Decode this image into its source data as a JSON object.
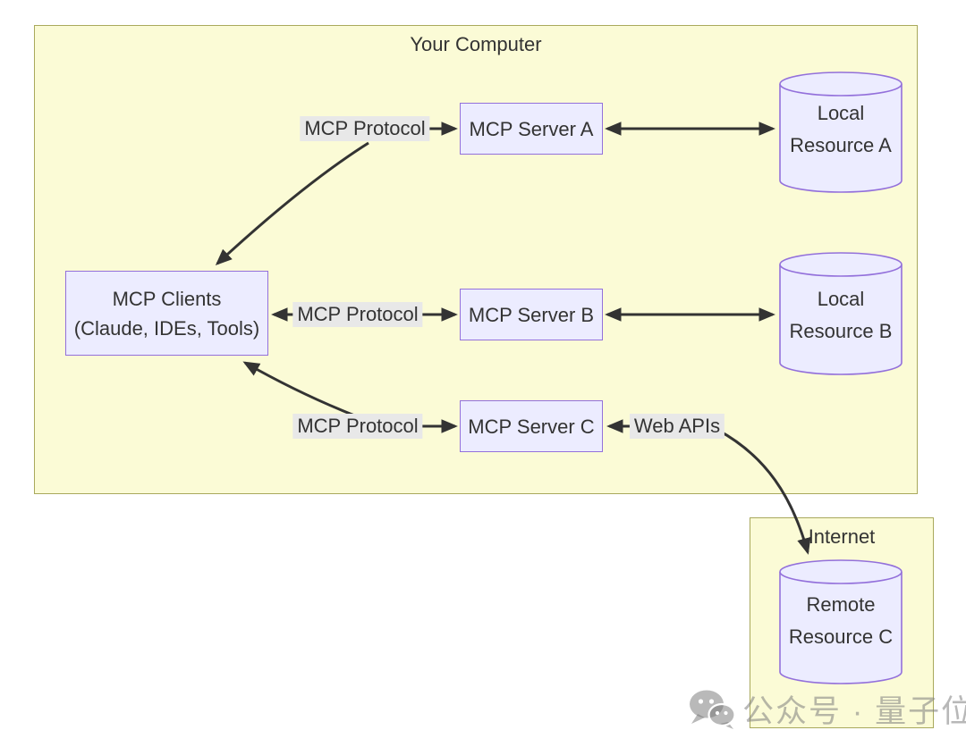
{
  "groups": {
    "computer": {
      "title": "Your Computer"
    },
    "internet": {
      "title": "Internet"
    }
  },
  "nodes": {
    "clients": {
      "line1": "MCP Clients",
      "line2": "(Claude, IDEs, Tools)"
    },
    "server_a": {
      "label": "MCP Server A"
    },
    "server_b": {
      "label": "MCP Server B"
    },
    "server_c": {
      "label": "MCP Server C"
    },
    "resource_a": {
      "line1": "Local",
      "line2": "Resource A"
    },
    "resource_b": {
      "line1": "Local",
      "line2": "Resource B"
    },
    "resource_c": {
      "line1": "Remote",
      "line2": "Resource C"
    }
  },
  "edge_labels": {
    "protocol_a": "MCP Protocol",
    "protocol_b": "MCP Protocol",
    "protocol_c": "MCP Protocol",
    "web_apis": "Web APIs"
  },
  "watermark": {
    "icon": "wechat-icon",
    "text": "公众号 · 量子位"
  },
  "colors": {
    "group_fill": "#fbfbd6",
    "group_border": "#a9a95c",
    "node_fill": "#ECECFF",
    "node_border": "#9370DB",
    "edge": "#333333",
    "edge_label_bg": "#e8e8e8",
    "text": "#333333",
    "watermark_gray": "#b5b5b5"
  }
}
